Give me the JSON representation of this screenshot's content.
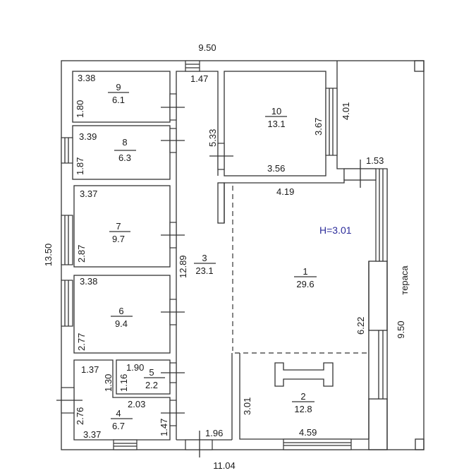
{
  "colors": {
    "walls": "#333333",
    "text": "#1a1a1a",
    "height_label": "#2b2b9a"
  },
  "overall": {
    "top": "9.50",
    "bottom": "11.04",
    "left": "13.50",
    "terrace_length": "9.50",
    "terrace_label": "тераса",
    "ceiling_height": "H=3.01"
  },
  "rooms": {
    "r1": {
      "number": "1",
      "area": "29.6"
    },
    "r2": {
      "number": "2",
      "area": "12.8"
    },
    "r3": {
      "number": "3",
      "area": "23.1"
    },
    "r4": {
      "number": "4",
      "area": "6.7"
    },
    "r5": {
      "number": "5",
      "area": "2.2"
    },
    "r6": {
      "number": "6",
      "area": "9.4"
    },
    "r7": {
      "number": "7",
      "area": "9.7"
    },
    "r8": {
      "number": "8",
      "area": "6.3"
    },
    "r9": {
      "number": "9",
      "area": "6.1"
    },
    "r10": {
      "number": "10",
      "area": "13.1"
    }
  },
  "dims": {
    "r9_w": "3.38",
    "r9_h": "1.80",
    "r8_w": "3.39",
    "r8_h": "1.87",
    "r7_w": "3.37",
    "r7_h": "2.87",
    "r6_w": "3.38",
    "r6_h": "2.77",
    "r5_w": "1.90",
    "r5_h": "1.16",
    "r4_top": "1.37",
    "r4_notch": "1.30",
    "r4_mid": "2.03",
    "r4_h": "2.76",
    "r4_bottom": "3.37",
    "r4_right": "1.47",
    "r3_top": "1.47",
    "r3_h": "12.89",
    "r3_bottom": "1.96",
    "r3_wall": "5.33",
    "r10_w": "3.56",
    "r10_h": "3.67",
    "r10_ext": "4.01",
    "r1_top": "4.19",
    "r1_step": "1.53",
    "r1_h": "6.22",
    "r2_w": "4.59",
    "r2_h": "3.01"
  }
}
